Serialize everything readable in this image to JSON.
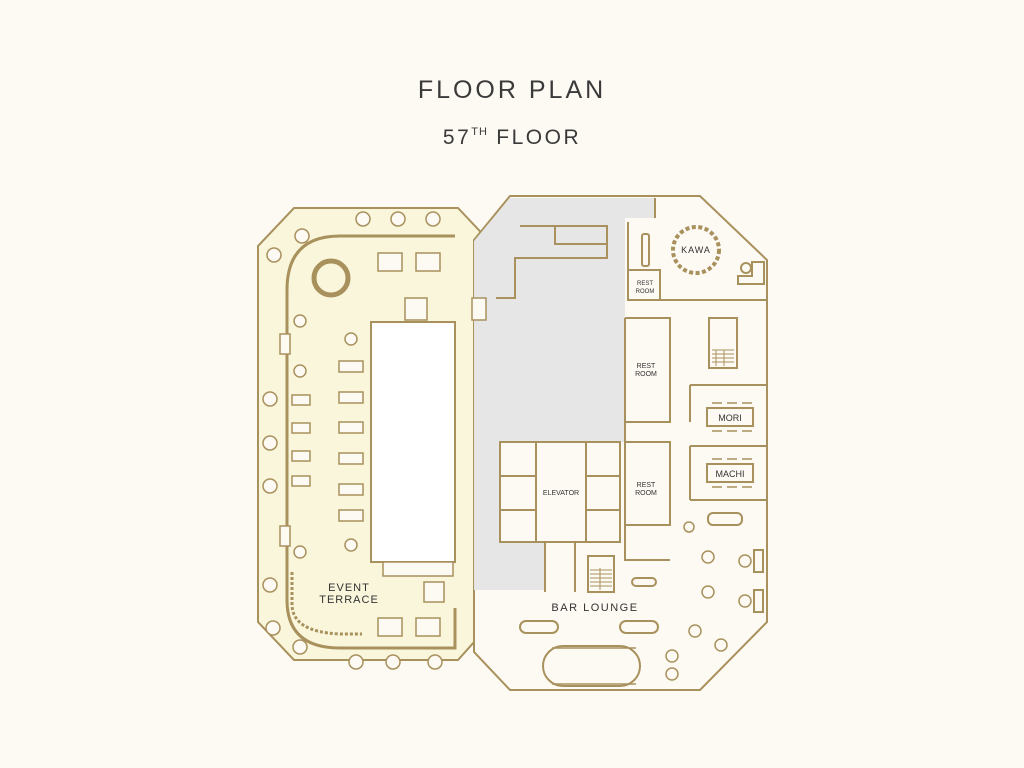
{
  "header": {
    "title": "FLOOR PLAN",
    "floor_number": "57",
    "floor_suffix": "TH",
    "floor_word": "FLOOR"
  },
  "rooms": {
    "kawa": "KAWA",
    "restroom_line1": "REST",
    "restroom_line2": "ROOM",
    "mori": "MORI",
    "machi": "MACHI",
    "elevator": "ELEVATOR",
    "event_line1": "EVENT",
    "event_line2": "TERRACE",
    "bar_lounge": "BAR LOUNGE"
  },
  "colors": {
    "background": "#fdf9f3",
    "terrace_fill": "#f9f6dc",
    "wall": "#a8915c",
    "core_gray": "#e6e6e6",
    "text": "#333333"
  }
}
